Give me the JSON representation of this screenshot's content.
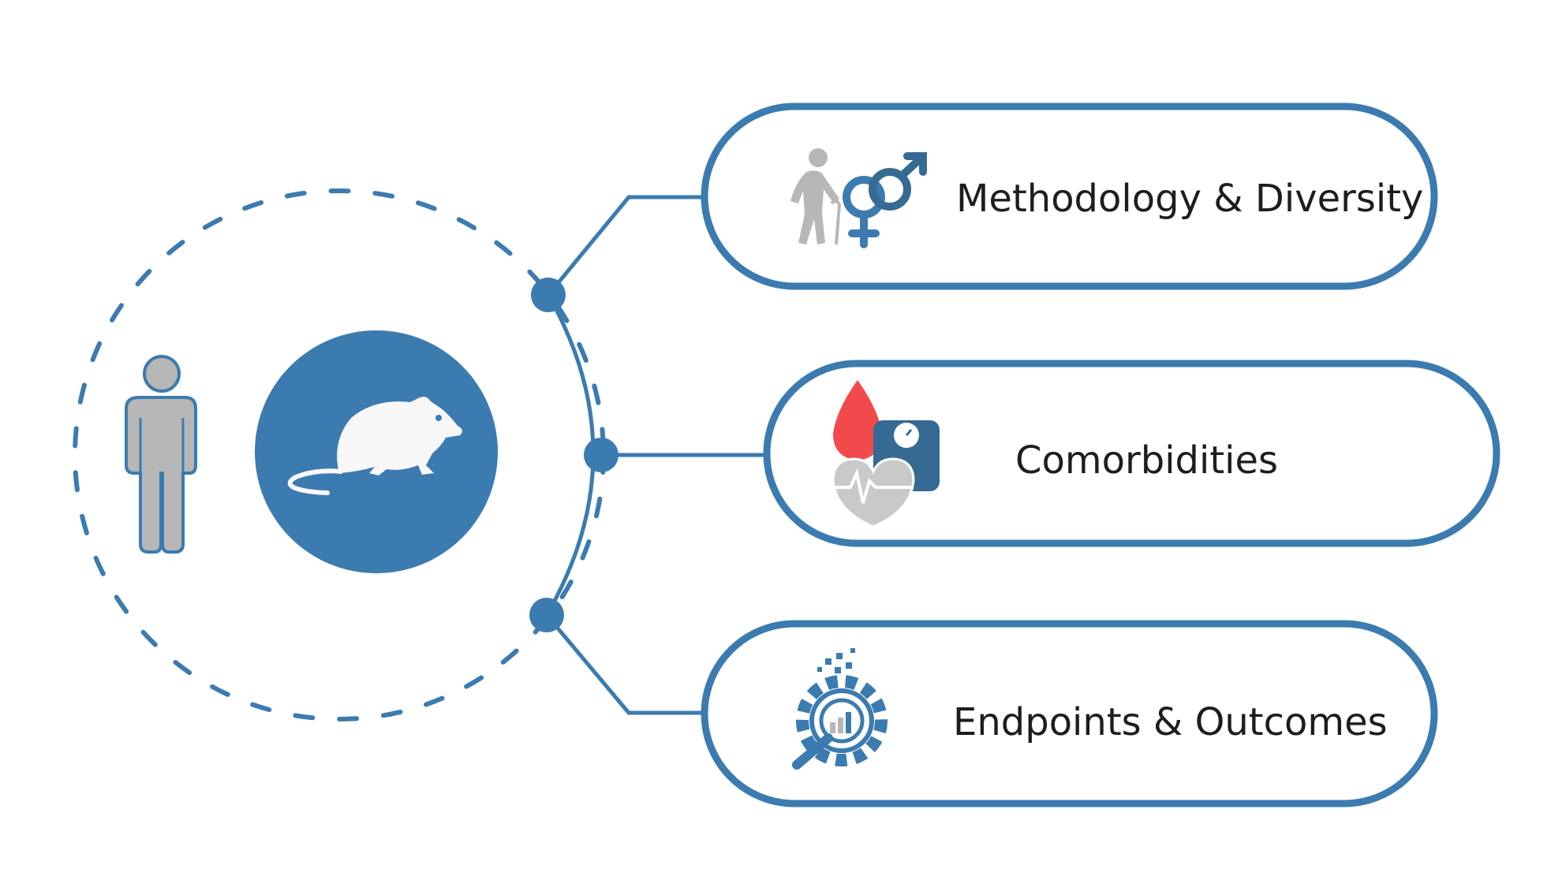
{
  "colors": {
    "primary_blue": "#3b7bb0",
    "dark_blue": "#356a92",
    "gray": "#b7b7b7",
    "red": "#f24a4a",
    "white": "#ffffff",
    "text": "#1d1d1d"
  },
  "center": {
    "human_icon": "human-figure-icon",
    "rat_icon": "rat-icon"
  },
  "pills": [
    {
      "label": "Methodology & Diversity",
      "icons": [
        "elderly-person-icon",
        "gender-symbols-icon"
      ]
    },
    {
      "label": "Comorbidities",
      "icons": [
        "blood-drop-icon",
        "weight-scale-icon",
        "heart-rate-icon"
      ]
    },
    {
      "label": "Endpoints & Outcomes",
      "icons": [
        "gear-magnifier-chart-icon"
      ]
    }
  ]
}
